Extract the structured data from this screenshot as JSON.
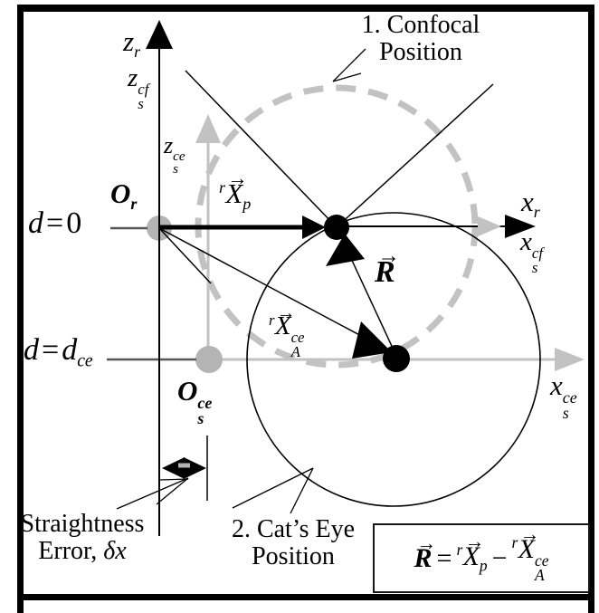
{
  "figure_labels": {
    "z_r": {
      "base": "z",
      "sub": "r"
    },
    "z_s_cf": {
      "base": "z",
      "sup": "cf",
      "sub": "s"
    },
    "z_s_ce": {
      "base": "z",
      "sup": "ce",
      "sub": "s"
    },
    "x_r": {
      "base": "x",
      "sub": "r"
    },
    "x_s_cf": {
      "base": "x",
      "sup": "cf",
      "sub": "s"
    },
    "x_s_ce": {
      "base": "x",
      "sup": "ce",
      "sub": "s"
    },
    "O_r": {
      "base": "O",
      "sub": "r"
    },
    "O_s_ce": {
      "base": "O",
      "sup": "ce",
      "sub": "s"
    },
    "d_zero": {
      "lhs": "d",
      "eq": "=",
      "rhs": "0"
    },
    "d_ce": {
      "lhs": "d",
      "eq": "=",
      "rhs_base": "d",
      "rhs_sub": "ce"
    },
    "X_p": {
      "pre": "r",
      "base": "X",
      "sub": "p"
    },
    "X_A": {
      "pre": "r",
      "base": "X",
      "sup": "ce",
      "sub": "A"
    },
    "R": {
      "base": "R"
    }
  },
  "annotations": {
    "confocal": {
      "line1": "1. Confocal",
      "line2": "Position"
    },
    "catseye": {
      "line1": "2. Cat’s Eye",
      "line2": "Position"
    },
    "straightness": {
      "line1": "Straightness",
      "line2_text": "Error, ",
      "line2_math": "δx"
    }
  },
  "formula": {
    "lhs": "R",
    "eq": "=",
    "t1_pre": "r",
    "t1_base": "X",
    "t1_sub": "p",
    "op": "−",
    "t2_pre": "r",
    "t2_base": "X",
    "t2_sub": "A",
    "t2_sup": "ce"
  },
  "glyphs": {
    "vec_arrow": "→"
  },
  "colors": {
    "black": "#000000",
    "light_gray": "#c2c2c2",
    "dot_gray": "#b4b4b4",
    "leader_gray": "#555555",
    "white": "#ffffff"
  }
}
